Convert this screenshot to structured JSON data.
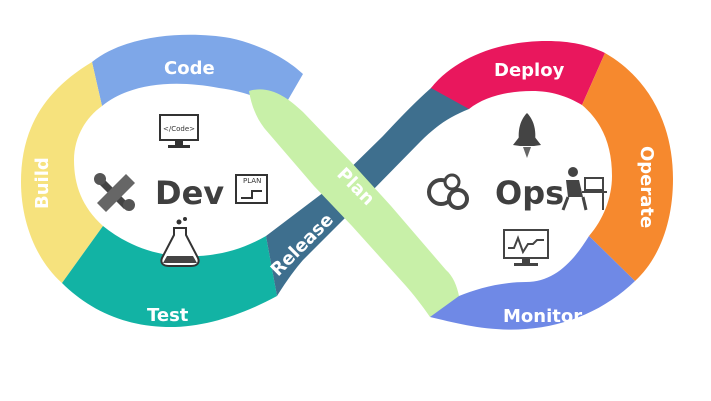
{
  "diagram": {
    "segments": [
      {
        "key": "code",
        "label": "Code",
        "color": "#7ea7e8"
      },
      {
        "key": "build",
        "label": "Build",
        "color": "#f6e27d"
      },
      {
        "key": "test",
        "label": "Test",
        "color": "#12b3a4"
      },
      {
        "key": "release",
        "label": "Release",
        "color": "#3e6f8e"
      },
      {
        "key": "plan",
        "label": "Plan",
        "color": "#c8f0a8"
      },
      {
        "key": "deploy",
        "label": "Deploy",
        "color": "#e9175d"
      },
      {
        "key": "operate",
        "label": "Operate",
        "color": "#f6892e"
      },
      {
        "key": "monitor",
        "label": "Monitor",
        "color": "#6f89e6"
      }
    ],
    "dev_label": "Dev",
    "ops_label": "Ops",
    "code_icon_text": "</Code>",
    "plan_icon_text": "PLAN"
  }
}
